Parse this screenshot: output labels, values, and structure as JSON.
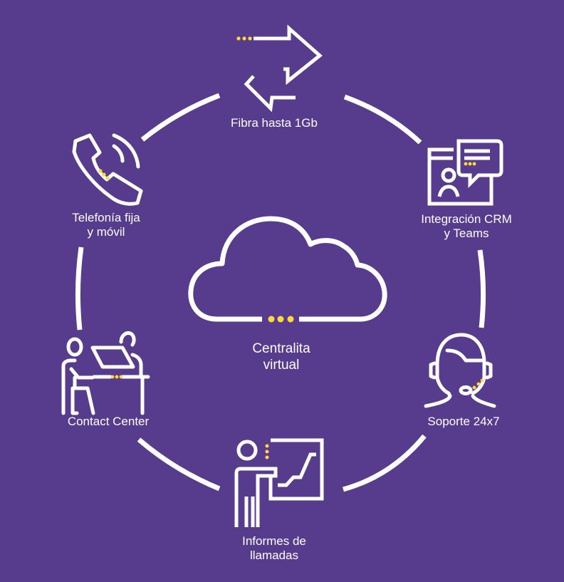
{
  "colors": {
    "background": "#573b8c",
    "line": "#ffffff",
    "accent_dots": "#ffd83a"
  },
  "center": {
    "icon": "cloud-icon",
    "label_line1": "Centralita",
    "label_line2": "virtual"
  },
  "nodes": [
    {
      "id": "fibra",
      "icon": "exchange-arrows-icon",
      "label_line1": "Fibra hasta 1Gb",
      "label_line2": ""
    },
    {
      "id": "crm",
      "icon": "chat-user-window-icon",
      "label_line1": "Integración CRM",
      "label_line2": "y Teams"
    },
    {
      "id": "soporte",
      "icon": "headset-agent-icon",
      "label_line1": "Soporte 24x7",
      "label_line2": ""
    },
    {
      "id": "informes",
      "icon": "presenter-chart-icon",
      "label_line1": "Informes de",
      "label_line2": "llamadas"
    },
    {
      "id": "contact",
      "icon": "desk-agents-icon",
      "label_line1": "Contact Center",
      "label_line2": ""
    },
    {
      "id": "telefonia",
      "icon": "phone-handset-icon",
      "label_line1": "Telefonía fija",
      "label_line2": "y móvil"
    }
  ]
}
